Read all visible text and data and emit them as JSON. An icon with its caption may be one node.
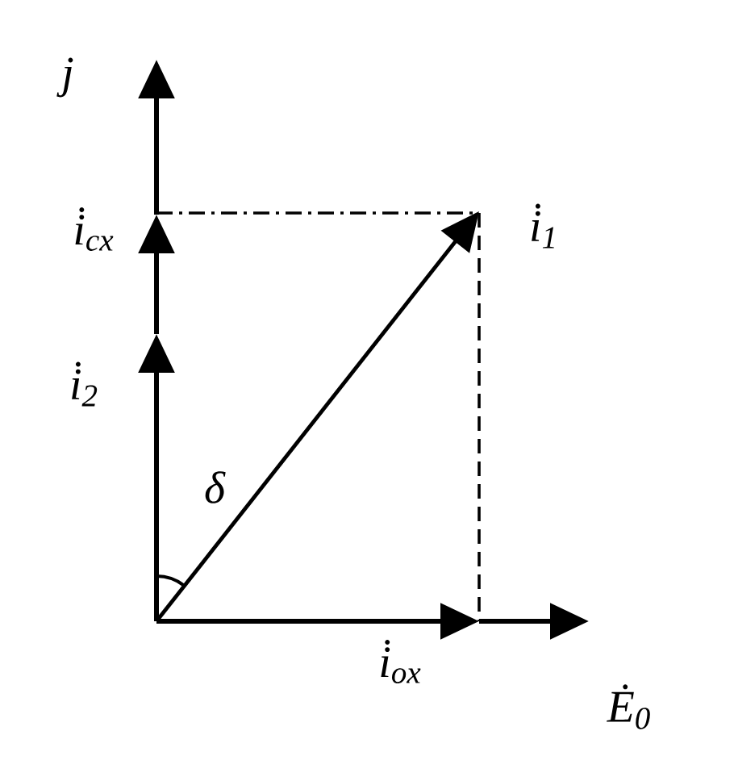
{
  "diagram": {
    "labels": [
      "j",
      "i̇$_{cx}$",
      "i̇$_{2}$",
      "δ",
      "i̇$_{1}$",
      "i̇$_{ox}$",
      "Ė$_{0}$"
    ]
  }
}
